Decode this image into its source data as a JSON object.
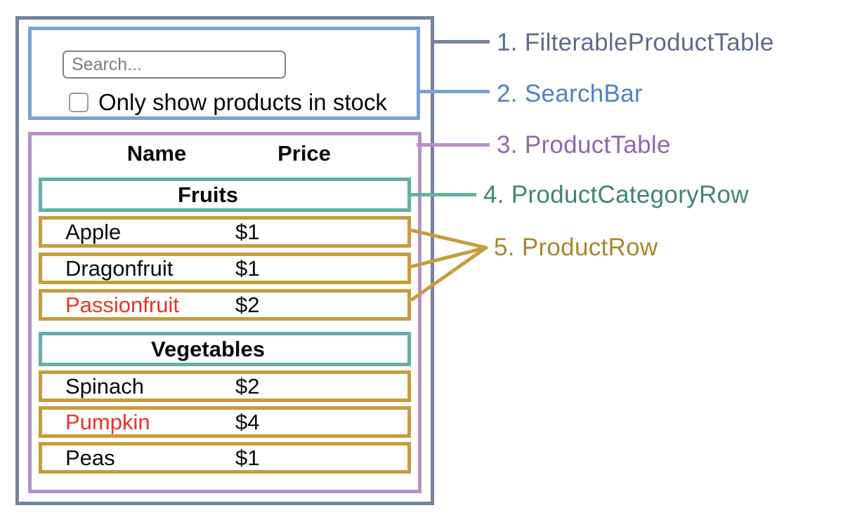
{
  "search_bar": {
    "search_placeholder": "Search...",
    "stock_checkbox_label": "Only show products in stock",
    "checkbox_checked": false
  },
  "product_table": {
    "name_header": "Name",
    "price_header": "Price",
    "sections": [
      {
        "category": "Fruits",
        "rows": [
          {
            "name": "Apple",
            "price": "$1",
            "out_of_stock": false
          },
          {
            "name": "Dragonfruit",
            "price": "$1",
            "out_of_stock": false
          },
          {
            "name": "Passionfruit",
            "price": "$2",
            "out_of_stock": true
          }
        ]
      },
      {
        "category": "Vegetables",
        "rows": [
          {
            "name": "Spinach",
            "price": "$2",
            "out_of_stock": false
          },
          {
            "name": "Pumpkin",
            "price": "$4",
            "out_of_stock": true
          },
          {
            "name": "Peas",
            "price": "$1",
            "out_of_stock": false
          }
        ]
      }
    ]
  },
  "legend": [
    {
      "text": "1. FilterableProductTable",
      "color": "#5B6D8D"
    },
    {
      "text": "2. SearchBar",
      "color": "#4E82C3"
    },
    {
      "text": "3. ProductTable",
      "color": "#9066AC"
    },
    {
      "text": "4. ProductCategoryRow",
      "color": "#3F8577"
    },
    {
      "text": "5. ProductRow",
      "color": "#A9862B"
    }
  ],
  "colors": {
    "filterable_product_table_border": "#75839C",
    "search_bar_border": "#7AA2D6",
    "product_table_border": "#B790C9",
    "category_row_border": "#65AFA3",
    "product_row_border": "#C69C3D",
    "out_of_stock_text": "#EC3323"
  }
}
